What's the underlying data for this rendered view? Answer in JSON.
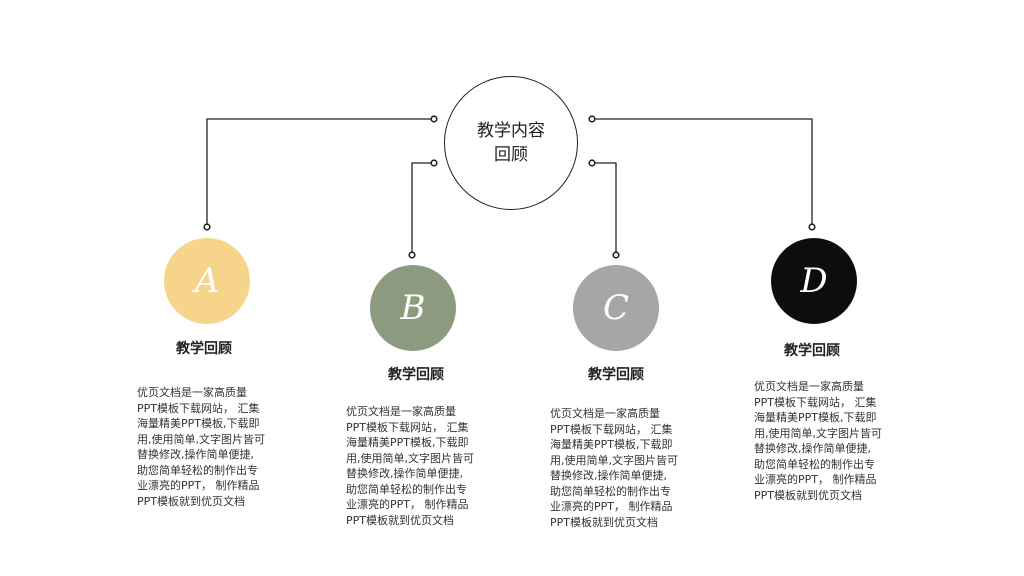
{
  "center": {
    "line1": "教学内容",
    "line2": "回顾"
  },
  "items": [
    {
      "letter": "A",
      "color": "#f6d48a",
      "title": "教学回顾",
      "desc": "优页文档是一家高质量\nPPT模板下载网站， 汇集\n海量精美PPT模板,下载即\n用,使用简单,文字图片皆可\n替换修改,操作简单便捷,\n助您简单轻松的制作出专\n业漂亮的PPT， 制作精品\nPPT模板就到优页文档"
    },
    {
      "letter": "B",
      "color": "#8c9b80",
      "title": "教学回顾",
      "desc": "优页文档是一家高质量\nPPT模板下载网站， 汇集\n海量精美PPT模板,下载即\n用,使用简单,文字图片皆可\n替换修改,操作简单便捷,\n助您简单轻松的制作出专\n业漂亮的PPT， 制作精品\nPPT模板就到优页文档"
    },
    {
      "letter": "C",
      "color": "#a6a6a6",
      "title": "教学回顾",
      "desc": "优页文档是一家高质量\nPPT模板下载网站， 汇集\n海量精美PPT模板,下载即\n用,使用简单,文字图片皆可\n替换修改,操作简单便捷,\n助您简单轻松的制作出专\n业漂亮的PPT， 制作精品\nPPT模板就到优页文档"
    },
    {
      "letter": "D",
      "color": "#0d0d0d",
      "title": "教学回顾",
      "desc": "优页文档是一家高质量\nPPT模板下载网站， 汇集\n海量精美PPT模板,下载即\n用,使用简单,文字图片皆可\n替换修改,操作简单便捷,\n助您简单轻松的制作出专\n业漂亮的PPT， 制作精品\nPPT模板就到优页文档"
    }
  ]
}
